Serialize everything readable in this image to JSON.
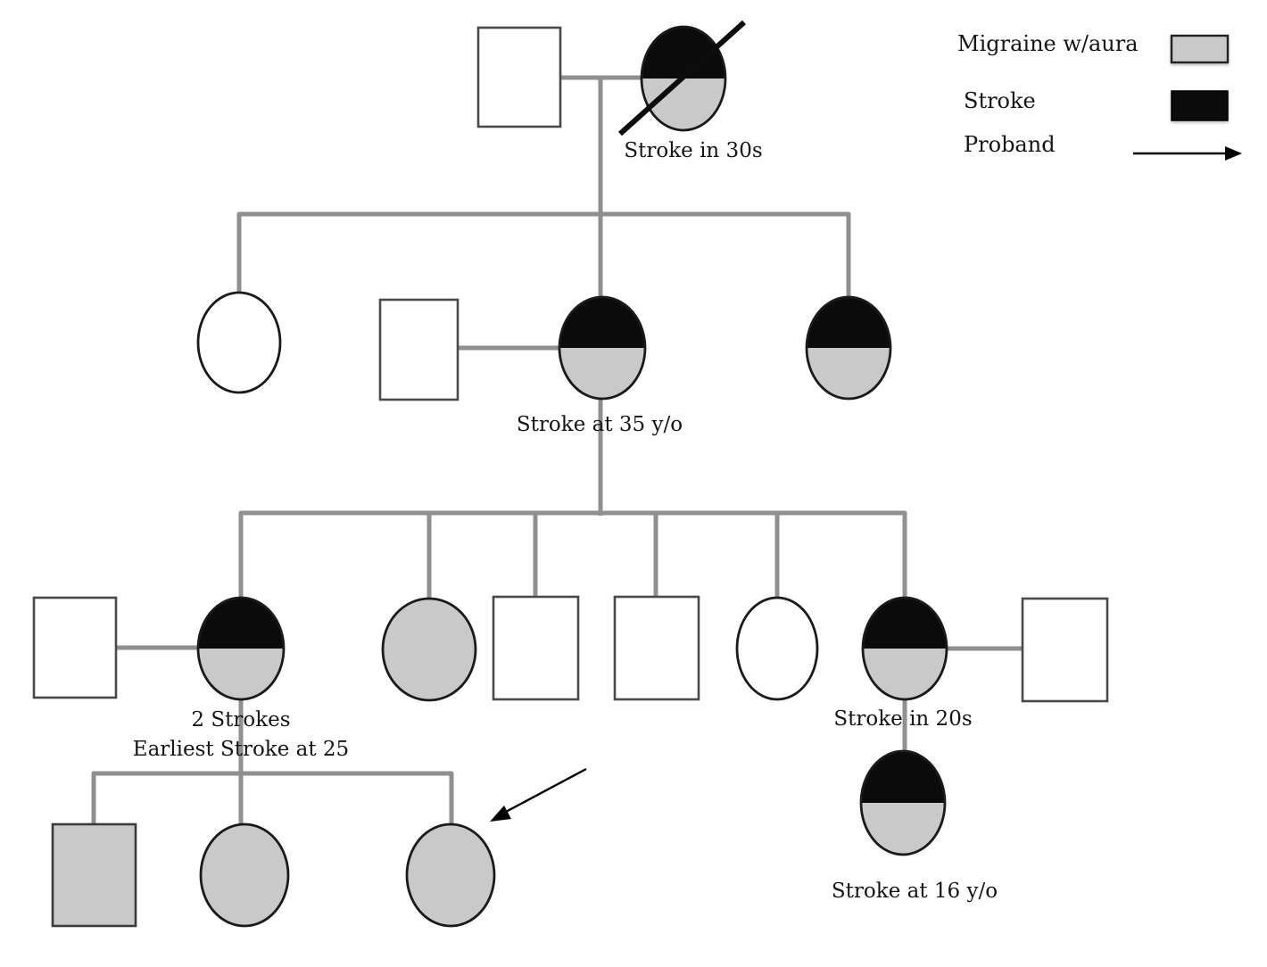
{
  "legend": {
    "items": [
      {
        "label": "Migraine w/aura",
        "swatch": "migraine-gray-box"
      },
      {
        "label": "Stroke",
        "swatch": "stroke-black-box"
      },
      {
        "label": "Proband",
        "swatch": "proband-arrow"
      }
    ]
  },
  "annotations": {
    "grandmother": "Stroke in 30s",
    "mother": "Stroke at 35 y/o",
    "aunt_left_line1": "2 Strokes",
    "aunt_left_line2": "Earliest Stroke at 25",
    "aunt_right": "Stroke in 20s",
    "cousin_right": "Stroke at 16 y/o"
  },
  "colors": {
    "migraine_fill": "#c9c9c9",
    "stroke_fill": "#0b0b0b",
    "connector": "#8f8f8f",
    "symbol_outline": "#1a1a1a",
    "square_outline": "#4a4a4a",
    "background": "#ffffff"
  }
}
